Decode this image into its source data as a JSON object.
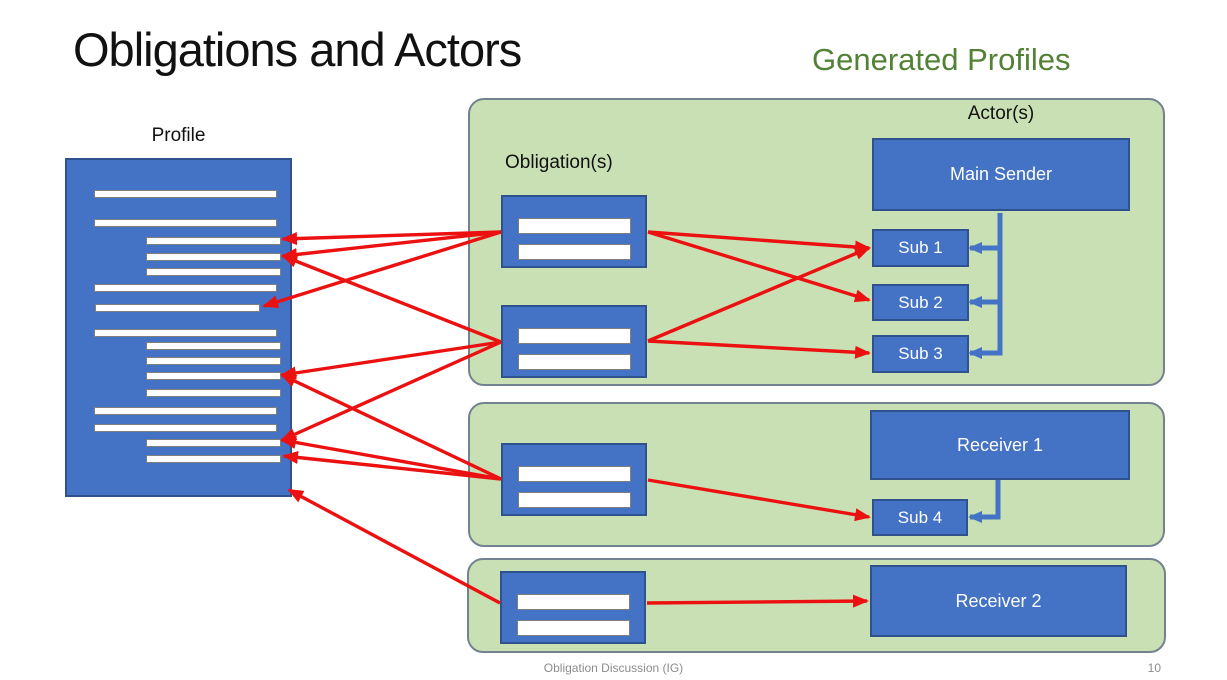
{
  "slide": {
    "title": "Obligations and Actors",
    "subtitle": "Generated Profiles",
    "footer": "Obligation Discussion (IG)",
    "page_number": "10"
  },
  "profile": {
    "label": "Profile",
    "lines": [
      "full",
      "full",
      "indent",
      "indent",
      "indent",
      "full",
      "full_short",
      "full",
      "indent",
      "indent",
      "indent",
      "indent",
      "full",
      "full",
      "indent",
      "indent"
    ]
  },
  "groups": {
    "obligations_label": "Obligation(s)",
    "actors_label": "Actor(s)",
    "main_sender_label": "Main Sender",
    "sub1_label": "Sub 1",
    "sub2_label": "Sub 2",
    "sub3_label": "Sub 3",
    "receiver1_label": "Receiver 1",
    "sub4_label": "Sub 4",
    "receiver2_label": "Receiver 2"
  },
  "colors": {
    "box_blue": "#4472C4",
    "box_blue_border": "#2F528F",
    "green_fill": "#C9E0B4",
    "green_border": "#72838F",
    "arrow_red": "#EC1111",
    "connector_blue": "#4472C4",
    "subtitle_green": "#538135",
    "footer_gray": "#8C8C8C"
  },
  "red_connections": [
    {
      "from": "obligation-1-left",
      "to": "profile-line-3"
    },
    {
      "from": "obligation-1-left",
      "to": "profile-line-4"
    },
    {
      "from": "obligation-1-left",
      "to": "profile-line-7"
    },
    {
      "from": "obligation-2-left",
      "to": "profile-line-4"
    },
    {
      "from": "obligation-2-left",
      "to": "profile-line-11"
    },
    {
      "from": "obligation-2-left",
      "to": "profile-line-15"
    },
    {
      "from": "obligation-3-left",
      "to": "profile-line-11"
    },
    {
      "from": "obligation-3-left",
      "to": "profile-line-15"
    },
    {
      "from": "obligation-3-left",
      "to": "profile-line-16"
    },
    {
      "from": "obligation-4-left",
      "to": "profile-bottom-corner"
    },
    {
      "from": "obligation-1-right",
      "to": "sub-1"
    },
    {
      "from": "obligation-1-right",
      "to": "sub-2"
    },
    {
      "from": "obligation-2-right",
      "to": "sub-1"
    },
    {
      "from": "obligation-2-right",
      "to": "sub-3"
    },
    {
      "from": "obligation-3-right",
      "to": "sub-4"
    },
    {
      "from": "obligation-4-right",
      "to": "receiver-2"
    }
  ],
  "blue_connections": [
    {
      "from": "main-sender",
      "to": "sub-1"
    },
    {
      "from": "main-sender",
      "to": "sub-2"
    },
    {
      "from": "main-sender",
      "to": "sub-3"
    },
    {
      "from": "receiver-1",
      "to": "sub-4"
    }
  ]
}
